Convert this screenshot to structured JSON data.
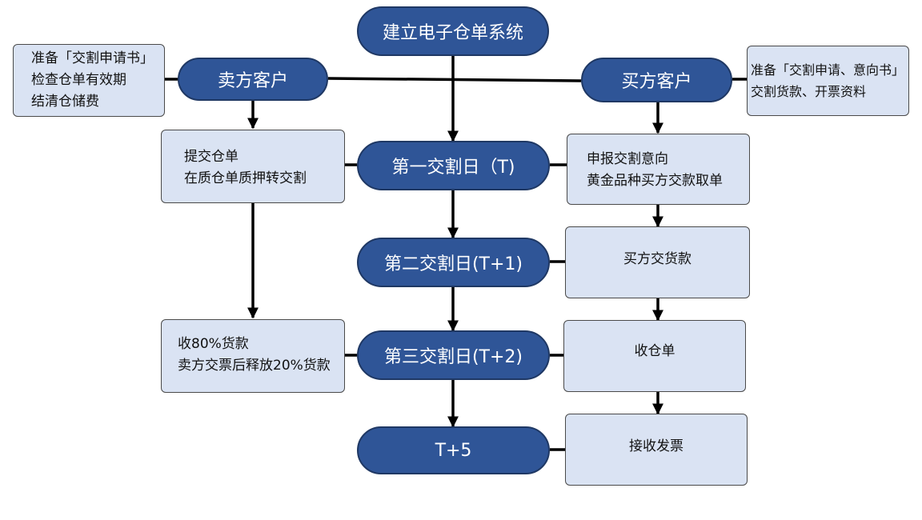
{
  "colors": {
    "pill_fill": "#2f5597",
    "box_fill": "#dae3f3",
    "line": "#000000"
  },
  "nodes": {
    "start": "建立电子仓单系统",
    "seller": "卖方客户",
    "buyer": "买方客户",
    "day1": "第一交割日（T)",
    "day2": "第二交割日(T+1)",
    "day3": "第三交割日(T+2)",
    "day5": "T+5"
  },
  "boxes": {
    "seller_prep": [
      "准备「交割申请书」",
      "检查仓单有效期",
      "结清仓储费"
    ],
    "buyer_prep": [
      "准备「交割申请、意向书」",
      "交割货款、开票资料"
    ],
    "seller_submit": [
      "提交仓单",
      "在质仓单质押转交割"
    ],
    "buyer_declare": [
      "申报交割意向",
      "黄金品种买方交款取单"
    ],
    "buyer_pay": "买方交货款",
    "seller_receive": [
      "收80%货款",
      "卖方交票后释放20%货款"
    ],
    "buyer_receipt": "收仓单",
    "buyer_invoice": "接收发票"
  }
}
